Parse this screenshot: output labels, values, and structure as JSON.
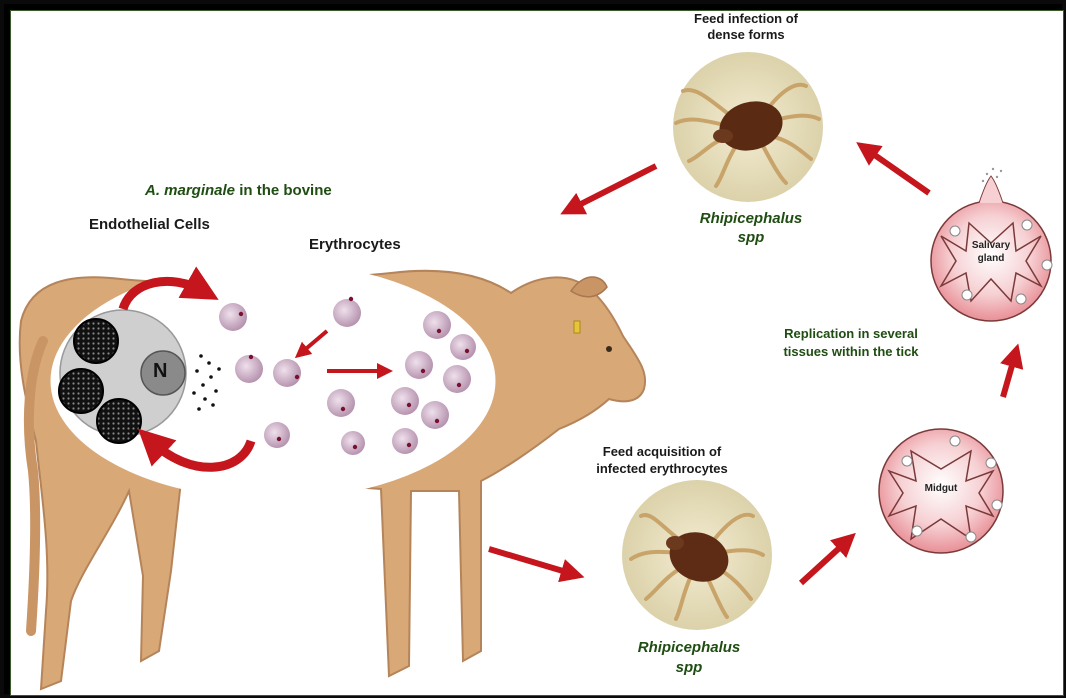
{
  "bovine_title_species": "A. marginale",
  "bovine_title_rest": " in the bovine",
  "endothelial_label": "Endothelial Cells",
  "erythrocytes_label": "Erythrocytes",
  "nucleus_label": "N",
  "top_tick_caption": "Feed infection of\ndense forms",
  "top_tick_species": "Rhipicephalus\nspp",
  "bottom_tick_caption": "Feed acquisition of\ninfected erythrocytes",
  "bottom_tick_species": "Rhipicephalus\nspp",
  "replication_text": "Replication in several\ntissues within the tick",
  "salivary_label": "Salivary\ngland",
  "midgut_label": "Midgut",
  "colors": {
    "arrow": "#c4161c",
    "cow": "#d9a877",
    "gland_pink": "#f2b8bc",
    "erythrocyte": "#c9a8c4",
    "caption_green": "#1f4d12"
  }
}
